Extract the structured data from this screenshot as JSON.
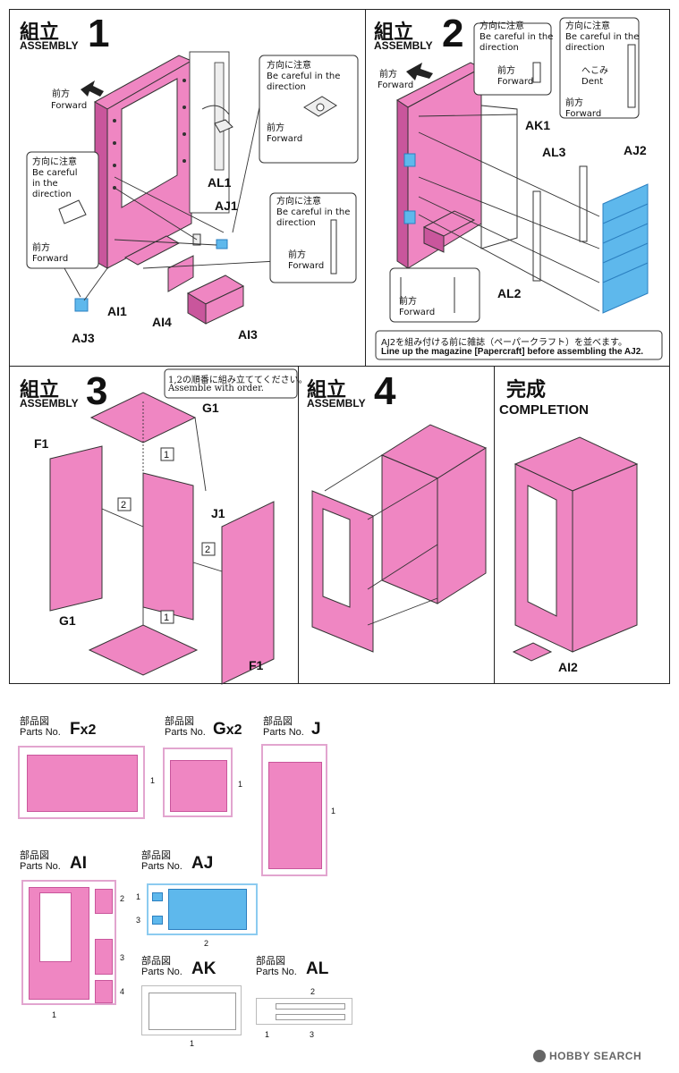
{
  "colors": {
    "pink": "#ef86c2",
    "pink_dark": "#c9569c",
    "blue": "#5eb8ec",
    "blue_dark": "#2b7fc0"
  },
  "steps": {
    "s1": {
      "jp": "組立",
      "en": "ASSEMBLY",
      "num": "1"
    },
    "s2": {
      "jp": "組立",
      "en": "ASSEMBLY",
      "num": "2"
    },
    "s3": {
      "jp": "組立",
      "en": "ASSEMBLY",
      "num": "3"
    },
    "s4": {
      "jp": "組立",
      "en": "ASSEMBLY",
      "num": "4"
    },
    "done": {
      "jp": "完成",
      "en": "COMPLETION"
    }
  },
  "forward": {
    "jp": "前方",
    "en": "Forward"
  },
  "careful": {
    "jp": "方向に注意",
    "en1": "Be careful in the",
    "en2": "direction"
  },
  "careful_narrow": {
    "en1": "Be careful",
    "en2": "in the",
    "en3": "direction"
  },
  "dent": {
    "jp": "へこみ",
    "en": "Dent"
  },
  "labels": {
    "AL1": "AL1",
    "AJ1": "AJ1",
    "AJ3": "AJ3",
    "AI1": "AI1",
    "AI4": "AI4",
    "AI3": "AI3",
    "AK1": "AK1",
    "AL3": "AL3",
    "AJ2": "AJ2",
    "AL2": "AL2",
    "G1": "G1",
    "F1": "F1",
    "J1": "J1",
    "AI2": "AI2"
  },
  "order_marks": {
    "one": "1",
    "two": "2"
  },
  "notes": {
    "aj2_jp": "AJ2を組み付ける前に雑誌（ペーパークラフト）を並べます。",
    "aj2_en": "Line up the magazine [Papercraft] before assembling the AJ2.",
    "order_jp": "1,2の順番に組み立ててください。",
    "order_en": "Assemble with order."
  },
  "parts": {
    "header_jp": "部品図",
    "header_en": "Parts No.",
    "F": {
      "code": "F",
      "qty": "x2",
      "nums": [
        "1"
      ]
    },
    "G": {
      "code": "G",
      "qty": "x2",
      "nums": [
        "1"
      ]
    },
    "J": {
      "code": "J",
      "nums": [
        "1"
      ]
    },
    "AI": {
      "code": "AI",
      "nums": [
        "2",
        "3",
        "4",
        "1"
      ]
    },
    "AJ": {
      "code": "AJ",
      "nums": [
        "1",
        "3",
        "2"
      ]
    },
    "AK": {
      "code": "AK",
      "nums": [
        "1"
      ]
    },
    "AL": {
      "code": "AL",
      "nums": [
        "2",
        "1",
        "3"
      ]
    }
  },
  "watermark": {
    "brand": "HOBBY SEARCH"
  }
}
